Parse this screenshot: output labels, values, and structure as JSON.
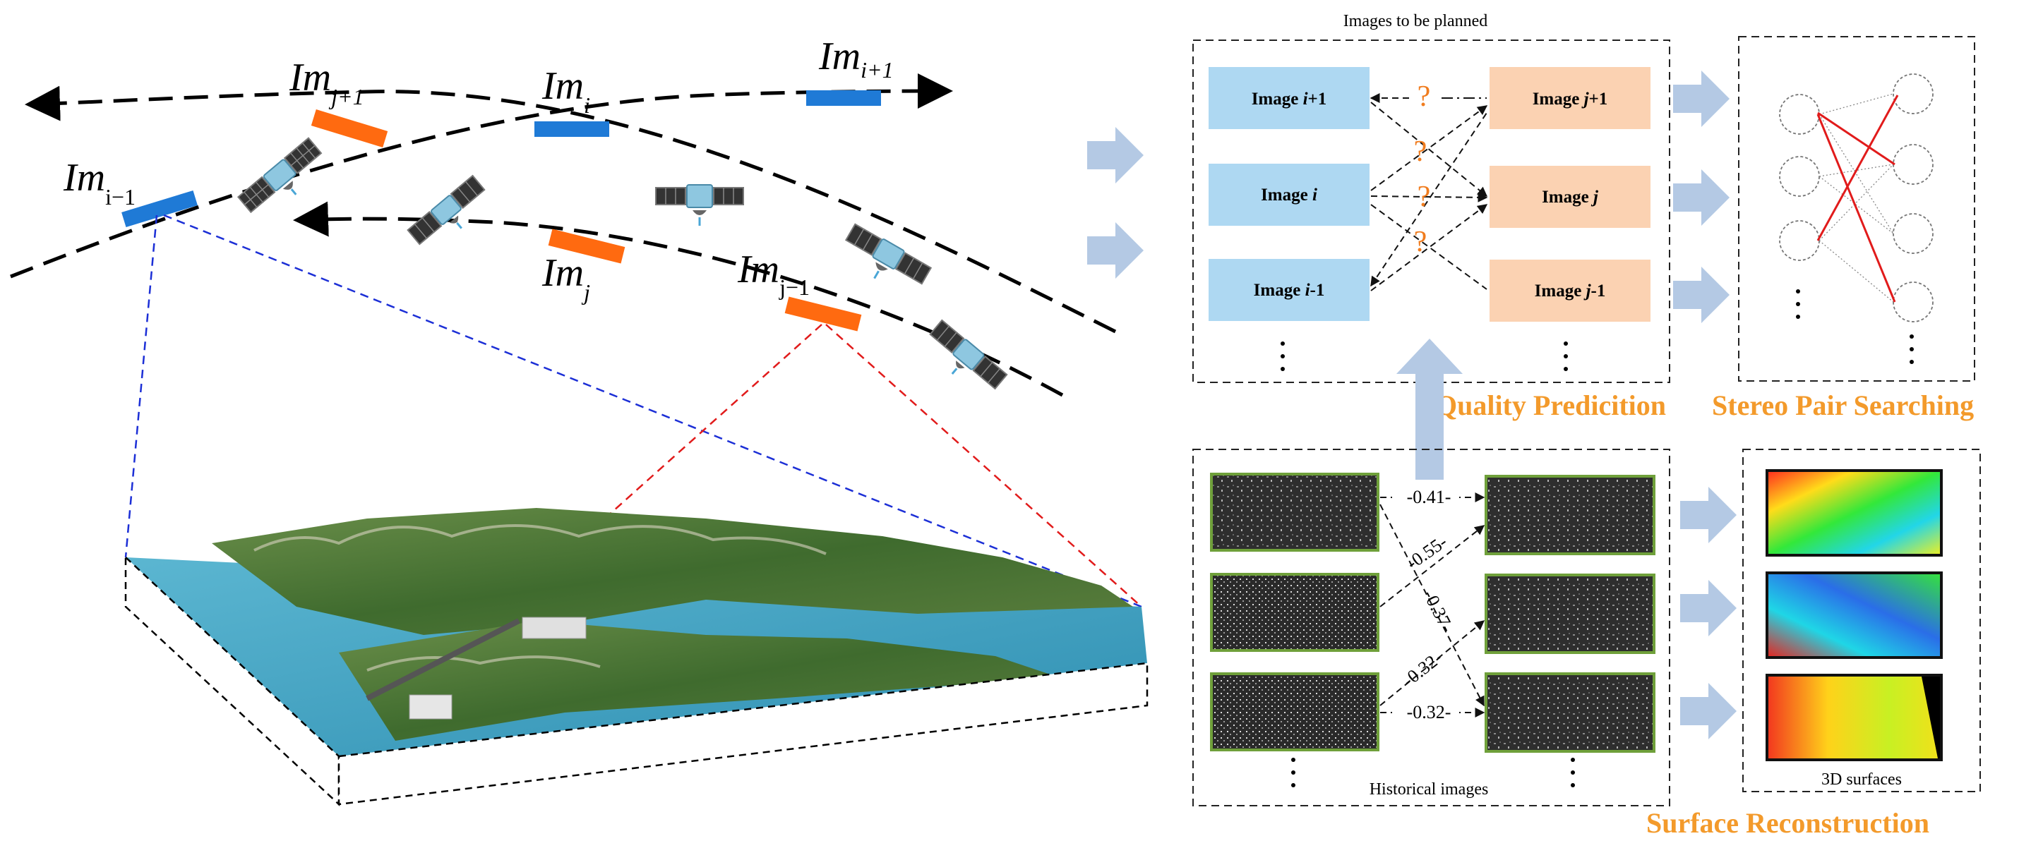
{
  "orbit_labels": {
    "im_i_minus_1": {
      "base": "Im",
      "sub": "i−1"
    },
    "im_j_plus_1": {
      "base": "Im",
      "sub": "j+1"
    },
    "im_i": {
      "base": "Im",
      "sub": "i"
    },
    "im_i_plus_1": {
      "base": "Im",
      "sub": "i+1"
    },
    "im_j": {
      "base": "Im",
      "sub": "j"
    },
    "im_j_minus_1": {
      "base": "Im",
      "sub": "j−1"
    }
  },
  "planning": {
    "title": "Images to be planned",
    "left_images": [
      {
        "pre": "Image ",
        "var": "i",
        "post": "+1"
      },
      {
        "pre": "Image ",
        "var": "i",
        "post": ""
      },
      {
        "pre": "Image ",
        "var": "i",
        "post": "-1"
      }
    ],
    "right_images": [
      {
        "pre": "Image ",
        "var": "j",
        "post": "+1"
      },
      {
        "pre": "Image ",
        "var": "j",
        "post": ""
      },
      {
        "pre": "Image ",
        "var": "j",
        "post": "-1"
      }
    ],
    "question_mark": "?"
  },
  "historical": {
    "title": "Historical images",
    "edge_values": [
      "0.41",
      "0.55",
      "0.37",
      "0.32",
      "0.32"
    ]
  },
  "surfaces": {
    "title": "3D surfaces"
  },
  "stage_labels": {
    "quality": "Quality Predicition",
    "stereo": "Stereo Pair Searching",
    "surface": "Surface Reconstruction"
  },
  "colors": {
    "left_box": "#aed8f2",
    "right_box": "#fbd2b2",
    "footprint_blue": "#1f7ad6",
    "footprint_orange": "#ff6a10",
    "arrow": "#b4c9e4",
    "stage_label": "#f39a2b",
    "edge_red": "#e11b1b",
    "sea": "#4aa6c6",
    "land": "#4f7a3a"
  }
}
